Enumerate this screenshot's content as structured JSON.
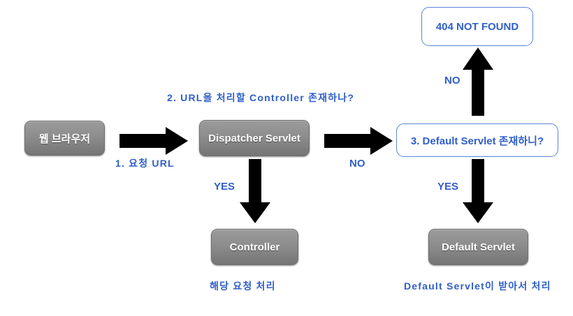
{
  "diagram": {
    "title_present": false,
    "colors": {
      "blue_text": "#2F5FC8",
      "blue_border": "#5B86D4",
      "box_gray_top": "#9B9B9B",
      "box_gray_bottom": "#757575",
      "arrow_black": "#000000",
      "background": "#FFFFFF"
    },
    "nodes": {
      "web_browser": {
        "label": "웹 브라우저",
        "style": "gray"
      },
      "dispatcher_servlet": {
        "label": "Dispatcher Servlet",
        "style": "gray"
      },
      "controller": {
        "label": "Controller",
        "style": "gray"
      },
      "default_servlet": {
        "label": "Default Servlet",
        "style": "gray"
      },
      "not_found": {
        "label": "404 NOT FOUND",
        "style": "outline-blue"
      },
      "default_servlet_check": {
        "label": "3. Default Servlet 존재하니?",
        "style": "outline-blue"
      }
    },
    "edge_labels": {
      "request_url": "1. 요청 URL",
      "controller_exists": "2. URL을 처리할 Controller 존재하나?",
      "dispatcher_yes": "YES",
      "dispatcher_no": "NO",
      "default_check_no": "NO",
      "default_check_yes": "YES"
    },
    "captions": {
      "controller_caption": "해당 요청 처리",
      "default_servlet_caption": "Default Servlet이 받아서 처리"
    }
  }
}
